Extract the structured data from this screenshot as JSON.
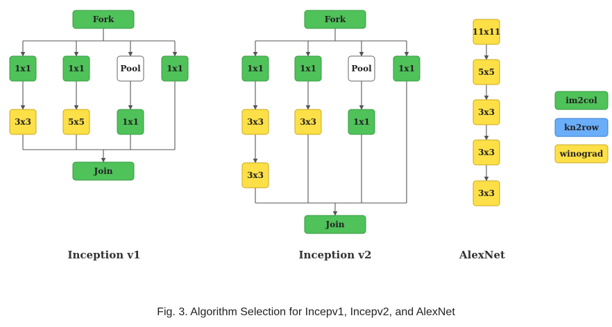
{
  "colors": {
    "im2col": "#4fc25a",
    "kn2row": "#6aaefa",
    "winograd": "#fde047",
    "pool": "#ffffff",
    "edge": "#555555",
    "stroke_green": "#3a9a44",
    "stroke_yellow": "#c9a81c"
  },
  "legend": [
    {
      "label": "im2col",
      "kind": "im2col"
    },
    {
      "label": "kn2row",
      "kind": "kn2row"
    },
    {
      "label": "winograd",
      "kind": "winograd"
    }
  ],
  "diagrams": [
    {
      "title": "Inception v1",
      "nodes": [
        {
          "id": "fork",
          "label": "Fork",
          "kind": "im2col"
        },
        {
          "id": "b1a",
          "label": "1x1",
          "kind": "im2col"
        },
        {
          "id": "b2a",
          "label": "1x1",
          "kind": "im2col"
        },
        {
          "id": "b3a",
          "label": "Pool",
          "kind": "pool"
        },
        {
          "id": "b4a",
          "label": "1x1",
          "kind": "im2col"
        },
        {
          "id": "b1b",
          "label": "3x3",
          "kind": "winograd"
        },
        {
          "id": "b2b",
          "label": "5x5",
          "kind": "winograd"
        },
        {
          "id": "b3b",
          "label": "1x1",
          "kind": "im2col"
        },
        {
          "id": "join",
          "label": "Join",
          "kind": "im2col"
        }
      ]
    },
    {
      "title": "Inception v2",
      "nodes": [
        {
          "id": "fork",
          "label": "Fork",
          "kind": "im2col"
        },
        {
          "id": "b1a",
          "label": "1x1",
          "kind": "im2col"
        },
        {
          "id": "b2a",
          "label": "1x1",
          "kind": "im2col"
        },
        {
          "id": "b3a",
          "label": "Pool",
          "kind": "pool"
        },
        {
          "id": "b4a",
          "label": "1x1",
          "kind": "im2col"
        },
        {
          "id": "b1b",
          "label": "3x3",
          "kind": "winograd"
        },
        {
          "id": "b2b",
          "label": "3x3",
          "kind": "winograd"
        },
        {
          "id": "b3b",
          "label": "1x1",
          "kind": "im2col"
        },
        {
          "id": "b1c",
          "label": "3x3",
          "kind": "winograd"
        },
        {
          "id": "join",
          "label": "Join",
          "kind": "im2col"
        }
      ]
    },
    {
      "title": "AlexNet",
      "nodes": [
        {
          "id": "l1",
          "label": "11x11",
          "kind": "winograd"
        },
        {
          "id": "l2",
          "label": "5x5",
          "kind": "winograd"
        },
        {
          "id": "l3",
          "label": "3x3",
          "kind": "winograd"
        },
        {
          "id": "l4",
          "label": "3x3",
          "kind": "winograd"
        },
        {
          "id": "l5",
          "label": "3x3",
          "kind": "winograd"
        }
      ]
    }
  ],
  "caption": "Fig. 3.  Algorithm Selection for Incepv1, Incepv2, and AlexNet"
}
